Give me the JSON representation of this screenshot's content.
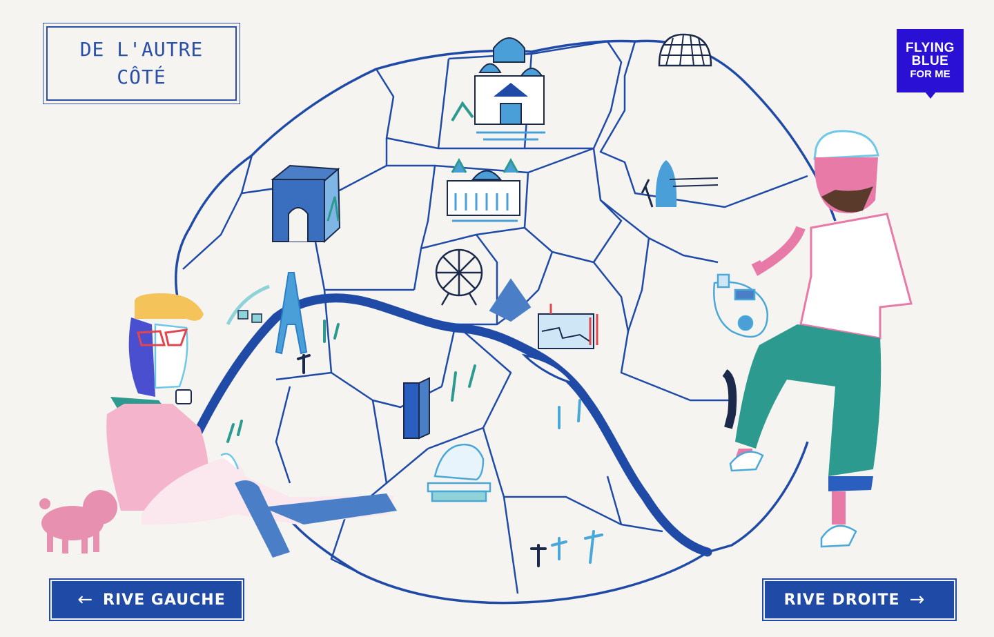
{
  "title": {
    "line1": "DE L'AUTRE",
    "line2": "CÔTÉ"
  },
  "brand": {
    "line1": "FLYING",
    "line2": "BLUE",
    "line3": "FOR ME"
  },
  "signs": {
    "left": {
      "label": "RIVE GAUCHE",
      "arrow": "←"
    },
    "right": {
      "label": "RIVE DROITE",
      "arrow": "→"
    }
  },
  "colors": {
    "ink": "#1f4aa6",
    "river": "#1f4aa6",
    "pink": "#f1a6c2",
    "teal": "#2c9a8f",
    "yellow": "#f4c35a",
    "brand": "#2a0fd4"
  },
  "landmarks": [
    "sacre-coeur-icon",
    "grand-palais-icon",
    "arc-de-triomphe-icon",
    "eiffel-tower-icon",
    "ferris-wheel-icon",
    "louvre-pyramid-icon",
    "pompidou-icon",
    "tour-montparnasse-icon",
    "lion-statue-icon",
    "geode-icon",
    "pere-lachaise-icon",
    "tree-icon"
  ]
}
